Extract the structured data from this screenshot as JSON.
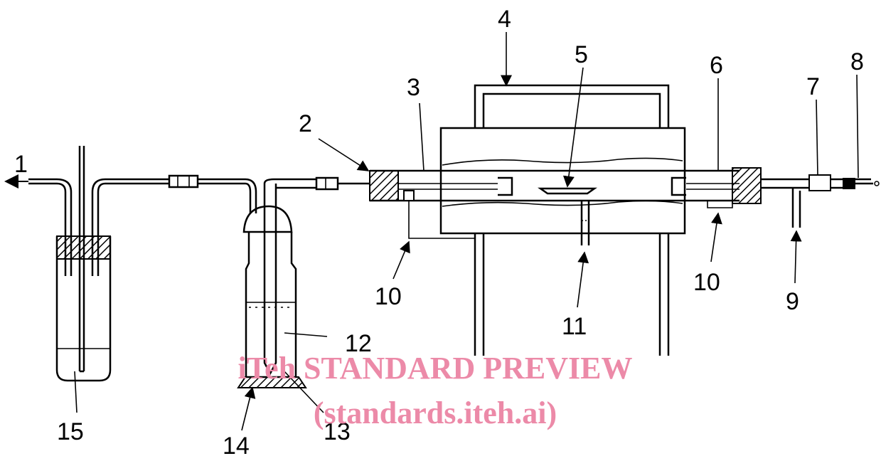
{
  "labels": {
    "l1": "1",
    "l2": "2",
    "l3": "3",
    "l4": "4",
    "l5": "5",
    "l6": "6",
    "l7": "7",
    "l8": "8",
    "l9": "9",
    "l10a": "10",
    "l10b": "10",
    "l11": "11",
    "l12": "12",
    "l13": "13",
    "l14": "14",
    "l15": "15"
  },
  "watermark": {
    "line1": "iTeh STANDARD PREVIEW",
    "line2": "(standards.iteh.ai)",
    "color": "#ec8aa8"
  },
  "colors": {
    "ink": "#000000",
    "background": "#ffffff"
  }
}
